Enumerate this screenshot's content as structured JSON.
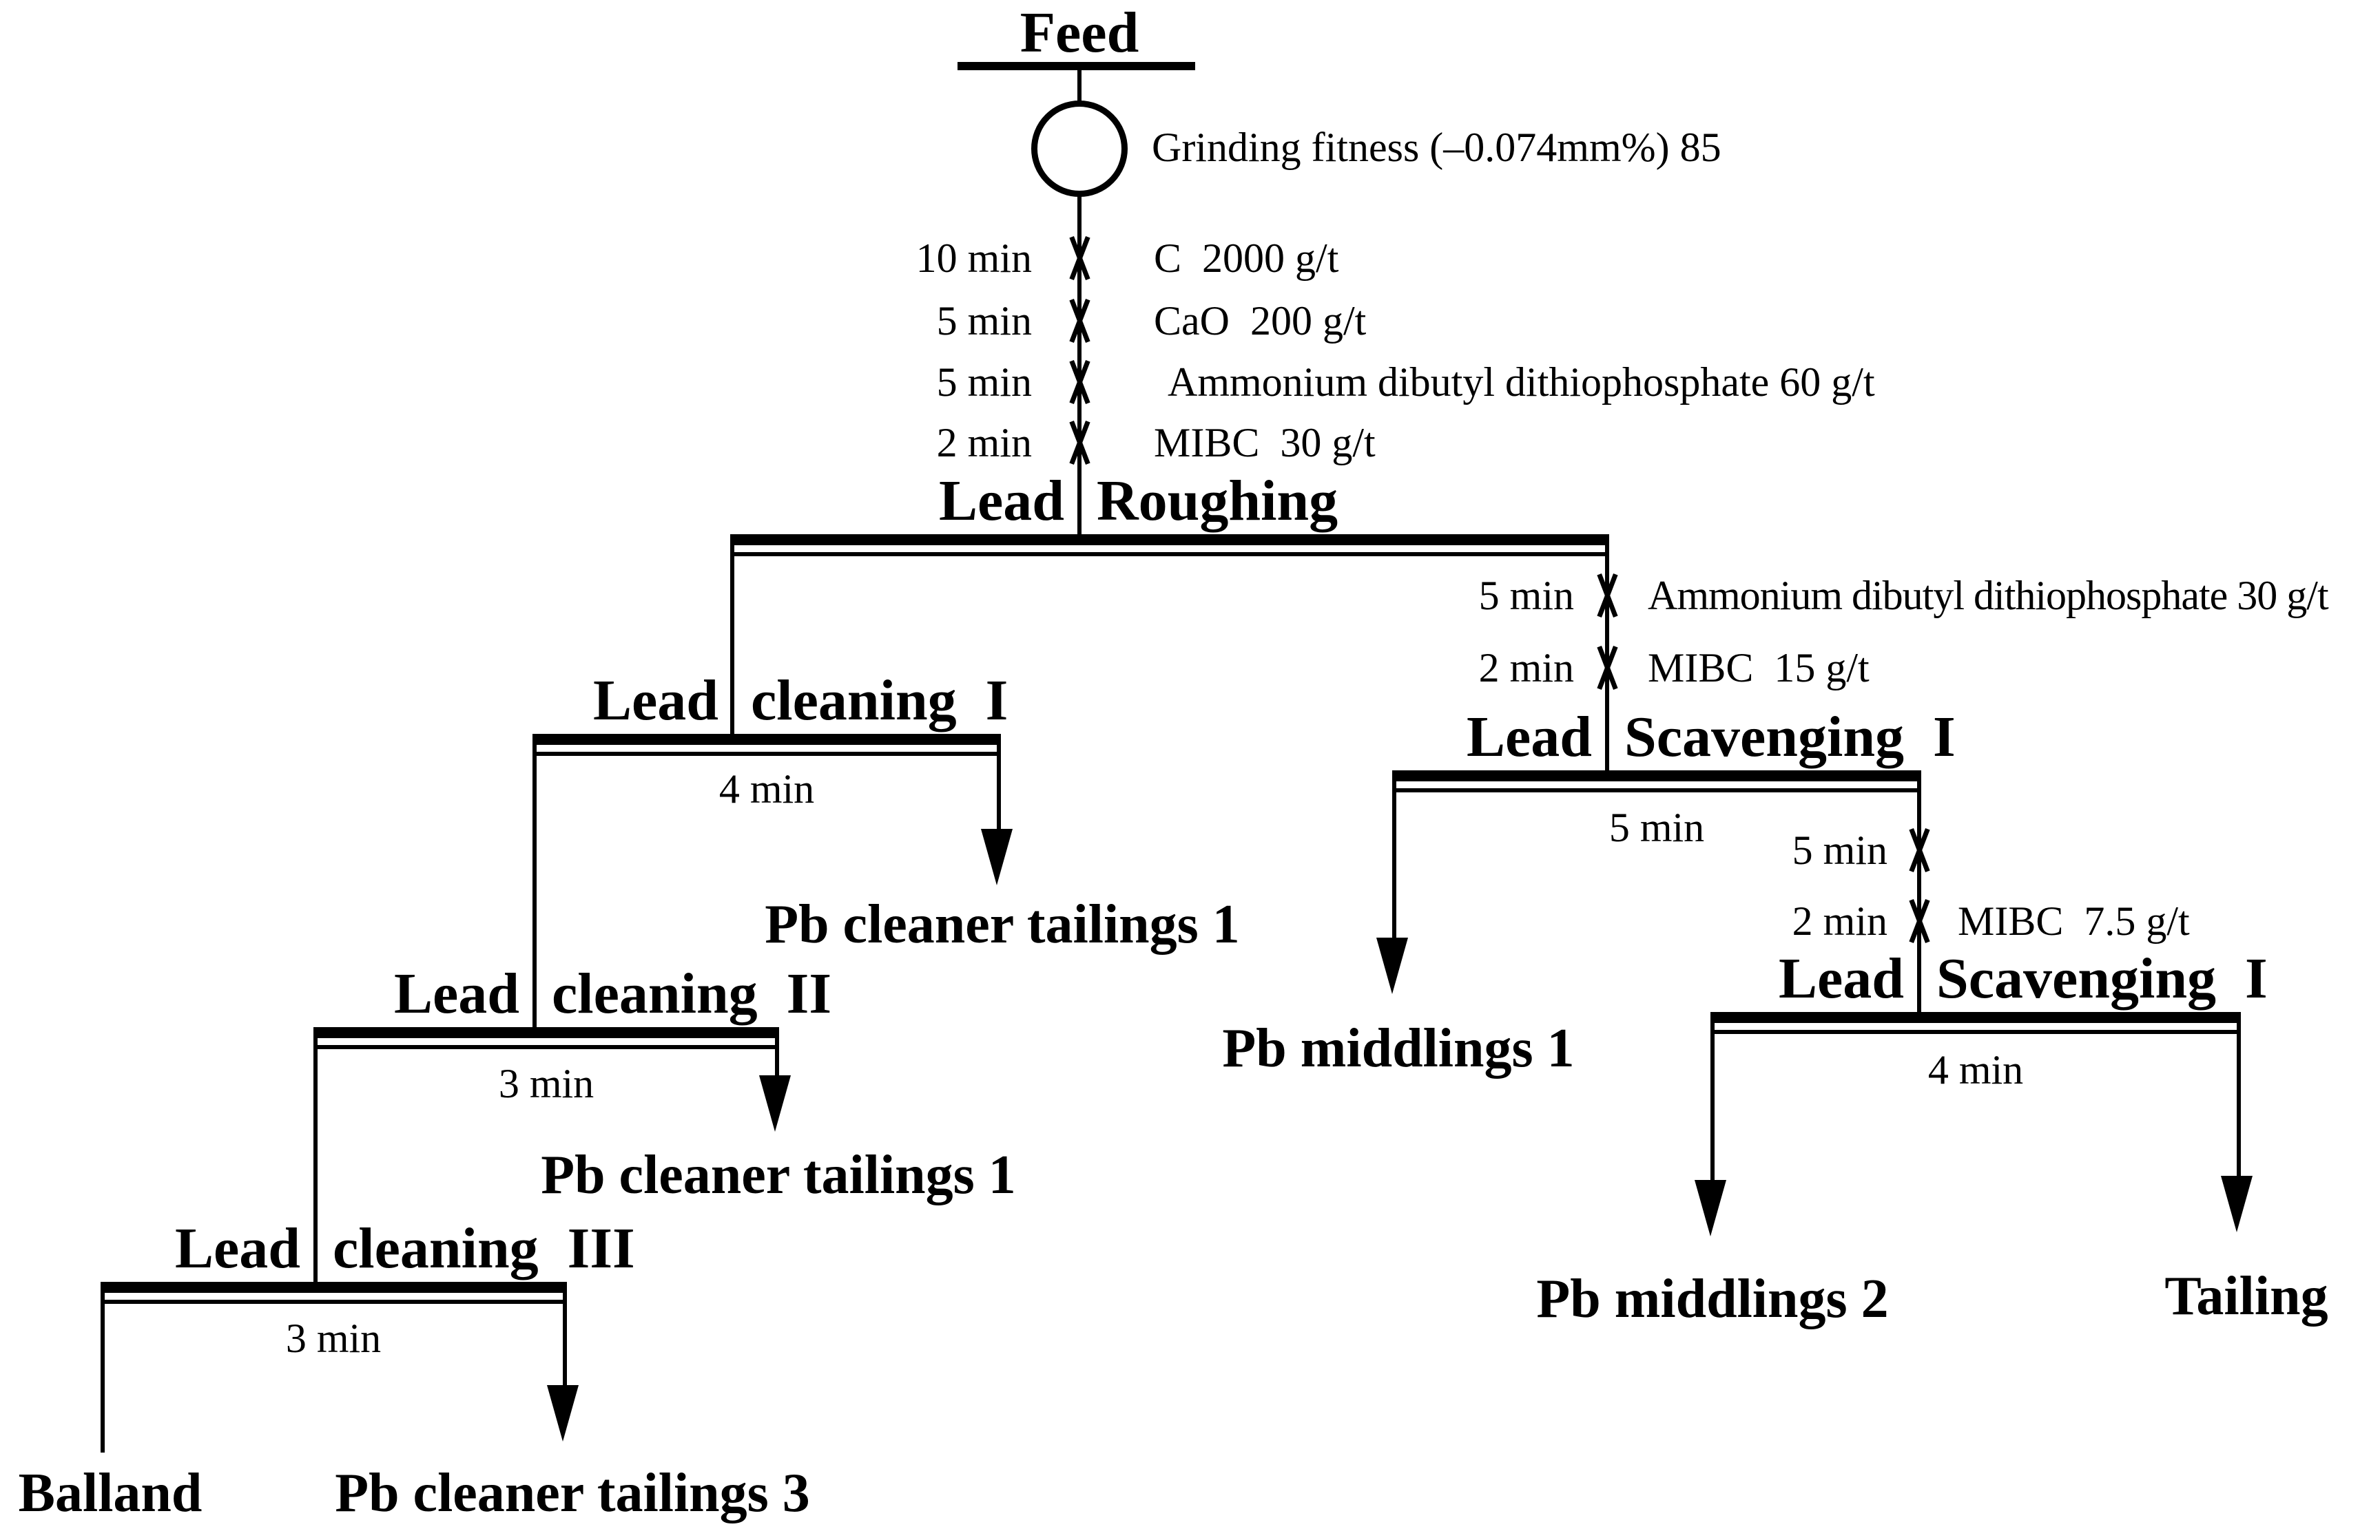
{
  "palette": {
    "paper": "#ffffff",
    "ink": "#000000"
  },
  "feed": {
    "label": "Feed",
    "grinding_note": "Grinding fitness (–0.074mm%) 85"
  },
  "feed_conditioning": [
    {
      "time": "10 min",
      "reagent": "C  2000 g/t"
    },
    {
      "time": "5 min",
      "reagent": "CaO  200 g/t"
    },
    {
      "time": "5 min",
      "reagent": "Ammonium dibutyl dithiophosphate 60 g/t"
    },
    {
      "time": "2 min",
      "reagent": "MIBC  30 g/t"
    }
  ],
  "roughing": {
    "title_left": "Lead",
    "title_right": "Roughing"
  },
  "cleaning1": {
    "title_left": "Lead",
    "title_right": "cleaning  I",
    "time": "4 min",
    "tailings_label": "Pb cleaner tailings 1"
  },
  "cleaning2": {
    "title_left": "Lead",
    "title_right": "cleaning  II",
    "time": "3 min",
    "tailings_label": "Pb cleaner tailings 1"
  },
  "cleaning3": {
    "title_left": "Lead",
    "title_right": "cleaning  III",
    "time": "3 min",
    "concentrate_label": "Balland",
    "tailings_label": "Pb cleaner tailings 3"
  },
  "scavenging1": {
    "title_left": "Lead",
    "title_right": "Scavenging  I",
    "time": "5 min",
    "conditioning": [
      {
        "time": "5 min",
        "reagent": "Ammonium dibutyl dithiophosphate 30 g/t"
      },
      {
        "time": "2 min",
        "reagent": "MIBC  15 g/t"
      }
    ],
    "froth_label": "Pb middlings 1"
  },
  "scavenging2": {
    "title_left": "Lead",
    "title_right": "Scavenging  I",
    "time": "4 min",
    "conditioning": [
      {
        "time": "5 min",
        "reagent": ""
      },
      {
        "time": "2 min",
        "reagent": "MIBC  7.5 g/t"
      }
    ],
    "froth_label": "Pb middlings 2",
    "tailing_label": "Tailing"
  }
}
